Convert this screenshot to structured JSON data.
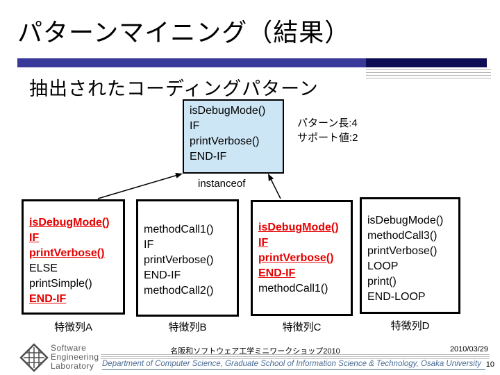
{
  "title": "パターンマイニング（結果）",
  "subtitle": "抽出されたコーディングパターン",
  "pattern": {
    "lines": [
      "isDebugMode()",
      "IF",
      "printVerbose()",
      "END-IF"
    ],
    "length_label": "パターン長:4",
    "support_label": "サポート値:2"
  },
  "relation_label": "instanceof",
  "features": [
    {
      "label": "特徴列A",
      "lines": [
        {
          "text": "isDebugMode()",
          "match": true
        },
        {
          "text": "IF",
          "match": true
        },
        {
          "text": "printVerbose()",
          "match": true
        },
        {
          "text": "ELSE",
          "match": false
        },
        {
          "text": "printSimple()",
          "match": false
        },
        {
          "text": "END-IF",
          "match": true
        }
      ]
    },
    {
      "label": "特徴列B",
      "lines": [
        {
          "text": "methodCall1()",
          "match": false
        },
        {
          "text": "IF",
          "match": false
        },
        {
          "text": "printVerbose()",
          "match": false
        },
        {
          "text": "END-IF",
          "match": false
        },
        {
          "text": "methodCall2()",
          "match": false
        }
      ]
    },
    {
      "label": "特徴列C",
      "lines": [
        {
          "text": "isDebugMode()",
          "match": true
        },
        {
          "text": "IF",
          "match": true
        },
        {
          "text": "printVerbose()",
          "match": true
        },
        {
          "text": "END-IF",
          "match": true
        },
        {
          "text": "methodCall1()",
          "match": false
        }
      ]
    },
    {
      "label": "特徴列D",
      "lines": [
        {
          "text": "isDebugMode()",
          "match": false
        },
        {
          "text": "methodCall3()",
          "match": false
        },
        {
          "text": "printVerbose()",
          "match": false
        },
        {
          "text": "LOOP",
          "match": false
        },
        {
          "text": "print()",
          "match": false
        },
        {
          "text": "END-LOOP",
          "match": false
        }
      ]
    }
  ],
  "footer": {
    "logo_lines": [
      "Software",
      "Engineering",
      "Laboratory"
    ],
    "workshop": "名阪和ソフトウェア工学ミニワークショップ2010",
    "date": "2010/03/29",
    "affiliation": "Department of Computer Science, Graduate School of Information Science & Technology, Osaka University",
    "page": "10"
  },
  "colors": {
    "bar_main": "#39399a",
    "bar_dark": "#0d0d55",
    "pattern_fill": "#cde6f5",
    "match_red": "#e60000",
    "affiliation_blue": "#4a6d96"
  }
}
